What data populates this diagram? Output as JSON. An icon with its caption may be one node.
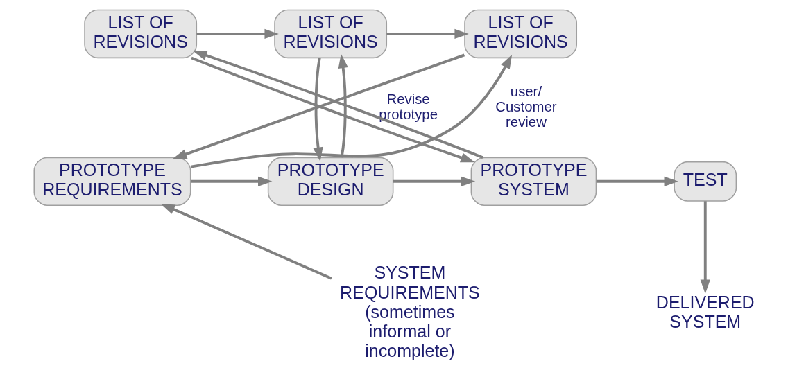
{
  "diagram": {
    "nodes": [
      {
        "text": [
          "LIST OF REVISIONS"
        ]
      },
      {
        "text": [
          "LIST OF REVISIONS"
        ]
      },
      {
        "text": [
          "LIST OF REVISIONS"
        ]
      },
      {
        "text": [
          "PROTOTYPE REQUIREMENTS"
        ]
      },
      {
        "text": [
          "PROTOTYPE DESIGN"
        ]
      },
      {
        "text": [
          "PROTOTYPE SYSTEM"
        ]
      },
      {
        "text": [
          "TEST"
        ]
      },
      {
        "text": [
          "SYSTEM REQUIREMENTS (sometimes informal or incomplete)"
        ]
      },
      {
        "text": [
          "DELIVERED SYSTEM"
        ]
      }
    ],
    "edges": [
      {
        "from": 2,
        "to": 1,
        "arrow": "to"
      },
      {
        "from": 1,
        "to": 0,
        "arrow": "to"
      },
      {
        "from": 0,
        "to": 3,
        "arrow": "to",
        "label": "Revise prototype"
      },
      {
        "from": 3,
        "to": 0,
        "arrow": "to",
        "label": "user/ Customer review"
      },
      {
        "from": 1,
        "to": 4,
        "arrow": "to"
      },
      {
        "from": 4,
        "to": 1,
        "arrow": "to"
      },
      {
        "from": 2,
        "to": 5,
        "arrow": "to"
      },
      {
        "from": 5,
        "to": 2,
        "arrow": "to"
      },
      {
        "from": 3,
        "to": 4,
        "arrow": "to"
      },
      {
        "from": 4,
        "to": 5,
        "arrow": "to"
      },
      {
        "from": 5,
        "to": 6,
        "arrow": "to"
      },
      {
        "from": 7,
        "to": 3,
        "arrow": "to"
      },
      {
        "from": 6,
        "to": 8,
        "arrow": "to"
      }
    ]
  }
}
